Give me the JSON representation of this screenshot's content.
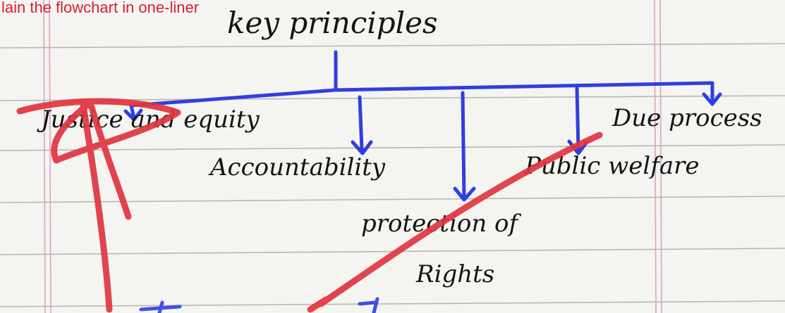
{
  "prompt_text": "lain the flowchart in one-liner",
  "diagram": {
    "title": "key principles",
    "nodes": [
      {
        "id": "justice",
        "label": "Justice and equity"
      },
      {
        "id": "accountability",
        "label": "Accountability"
      },
      {
        "id": "rights",
        "label_line1": "protection of",
        "label_line2": "Rights"
      },
      {
        "id": "welfare",
        "label": "Public welfare"
      },
      {
        "id": "dueprocess",
        "label": "Due process"
      }
    ]
  },
  "colors": {
    "paper": "#f4f4f1",
    "ruled_line": "#b7b7b2",
    "margin_line": "#d9a3c6",
    "ink": "#141414",
    "arrow_blue": "#2f3ee0",
    "marker_red": "#e0353f",
    "prompt_red": "#d81f33"
  }
}
